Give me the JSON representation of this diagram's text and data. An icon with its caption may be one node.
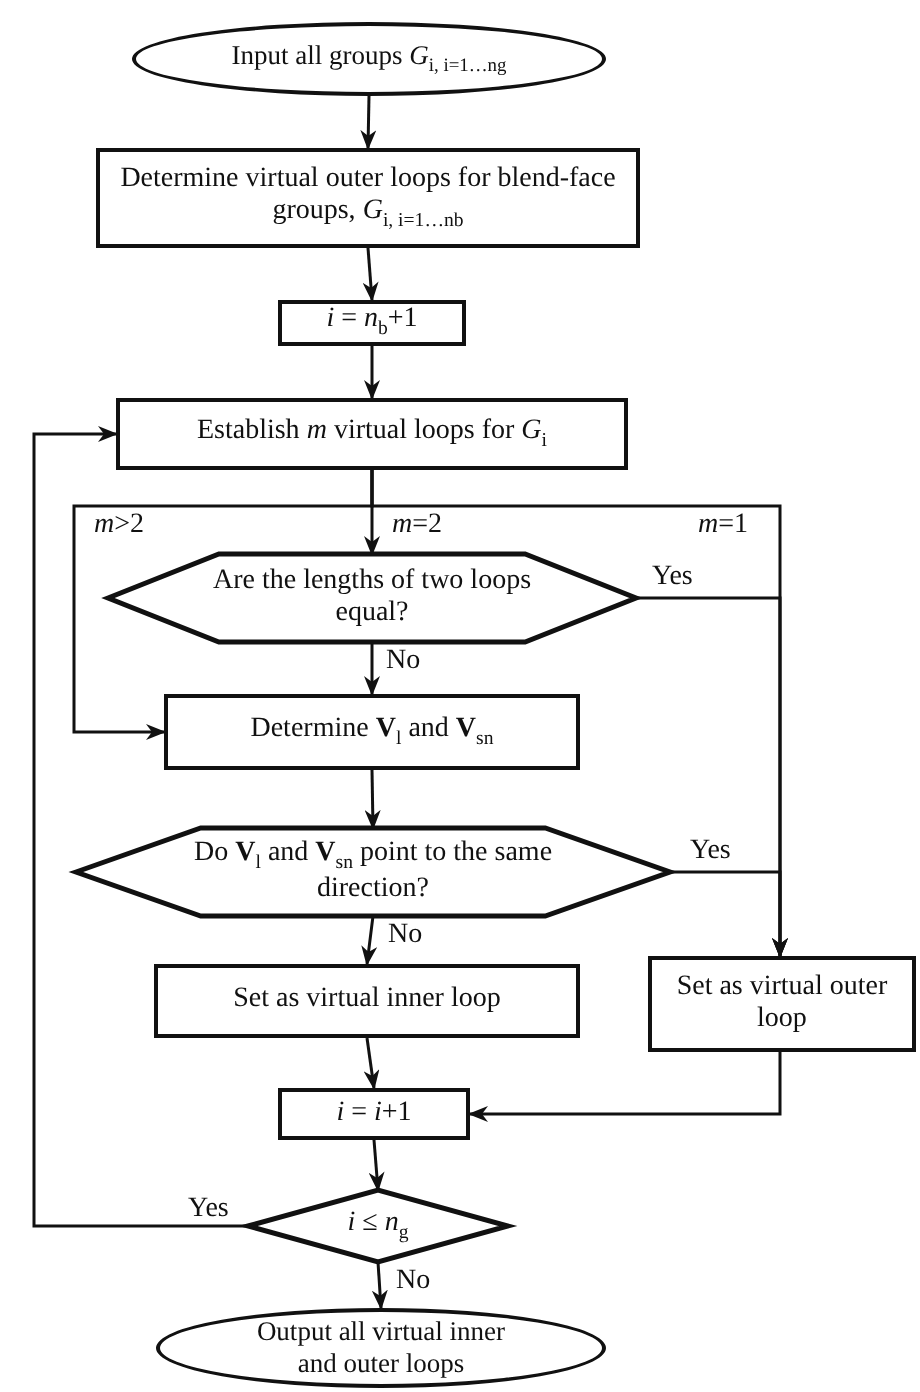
{
  "diagram": {
    "nodes": [
      {
        "text": [
          "Input all groups *G*$_{i, i=1…n}$$_{g}$"
        ]
      },
      {
        "text": [
          "Determine virtual outer loops for blend-face groups, *G*$_{i, i=1…n}$$_{b}$"
        ]
      },
      {
        "text": [
          "*i* = *n*$_{b}$+1"
        ]
      },
      {
        "text": [
          "Establish *m* virtual loops for *G*$_{i}$"
        ]
      },
      {
        "text": [
          "Are the lengths of two loops equal?"
        ]
      },
      {
        "text": [
          "Determine **V**$_{l}$ and **V**$_{sn}$"
        ]
      },
      {
        "text": [
          "Do **V**$_{l}$ and **V**$_{sn}$ point to the same direction?"
        ]
      },
      {
        "text": [
          "Set as virtual inner loop"
        ]
      },
      {
        "text": [
          "Set as virtual outer loop"
        ]
      },
      {
        "text": [
          "*i* = *i*+1"
        ]
      },
      {
        "text": [
          "*i* ≤ *n*$_{g}$"
        ]
      },
      {
        "text": [
          "Output all virtual inner and outer loops"
        ]
      }
    ],
    "edges": [
      {
        "from": 0,
        "to": 1,
        "arrow": "to"
      },
      {
        "from": 1,
        "to": 2,
        "arrow": "to"
      },
      {
        "from": 2,
        "to": 3,
        "arrow": "to"
      },
      {
        "from": 3,
        "to": 4,
        "arrow": "to",
        "label": "*m*=2"
      },
      {
        "from": 3,
        "to": 5,
        "arrow": "to",
        "label": "*m*>2"
      },
      {
        "from": 3,
        "to": 8,
        "arrow": "to",
        "label": "*m*=1"
      },
      {
        "from": 4,
        "to": 8,
        "arrow": "to",
        "label": "Yes"
      },
      {
        "from": 4,
        "to": 5,
        "arrow": "to",
        "label": "No"
      },
      {
        "from": 5,
        "to": 6,
        "arrow": "to"
      },
      {
        "from": 6,
        "to": 8,
        "arrow": "to",
        "label": "Yes"
      },
      {
        "from": 6,
        "to": 7,
        "arrow": "to",
        "label": "No"
      },
      {
        "from": 7,
        "to": 9,
        "arrow": "to"
      },
      {
        "from": 8,
        "to": 9,
        "arrow": "to"
      },
      {
        "from": 9,
        "to": 10,
        "arrow": "to"
      },
      {
        "from": 10,
        "to": 3,
        "arrow": "to",
        "label": "Yes"
      },
      {
        "from": 10,
        "to": 11,
        "arrow": "to",
        "label": "No"
      }
    ]
  }
}
